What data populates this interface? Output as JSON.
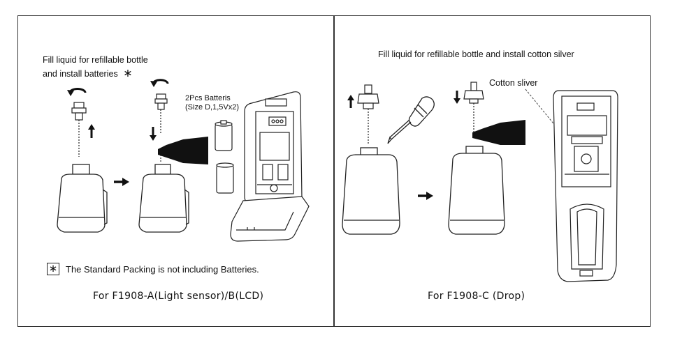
{
  "left_panel": {
    "heading_line1": "Fill liquid for refillable bottle",
    "heading_line2": "and install batteries",
    "heading_mark": "∗",
    "battery_label_line1": "2Pcs Batteris",
    "battery_label_line2": "(Size  D,1,5Vx2)",
    "note_mark": "∗",
    "note_text": "The Standard Packing is not including  Batteries.",
    "caption": "For F1908-A(Light sensor)/B(LCD)"
  },
  "right_panel": {
    "heading": "Fill liquid for refillable bottle and install cotton silver",
    "cotton_label": "Cotton sliver",
    "caption": "For F1908-C (Drop)"
  },
  "icons": [
    "rotate-arrow-icon",
    "up-arrow-icon",
    "down-arrow-icon",
    "right-arrow-icon",
    "screwdriver-icon"
  ]
}
